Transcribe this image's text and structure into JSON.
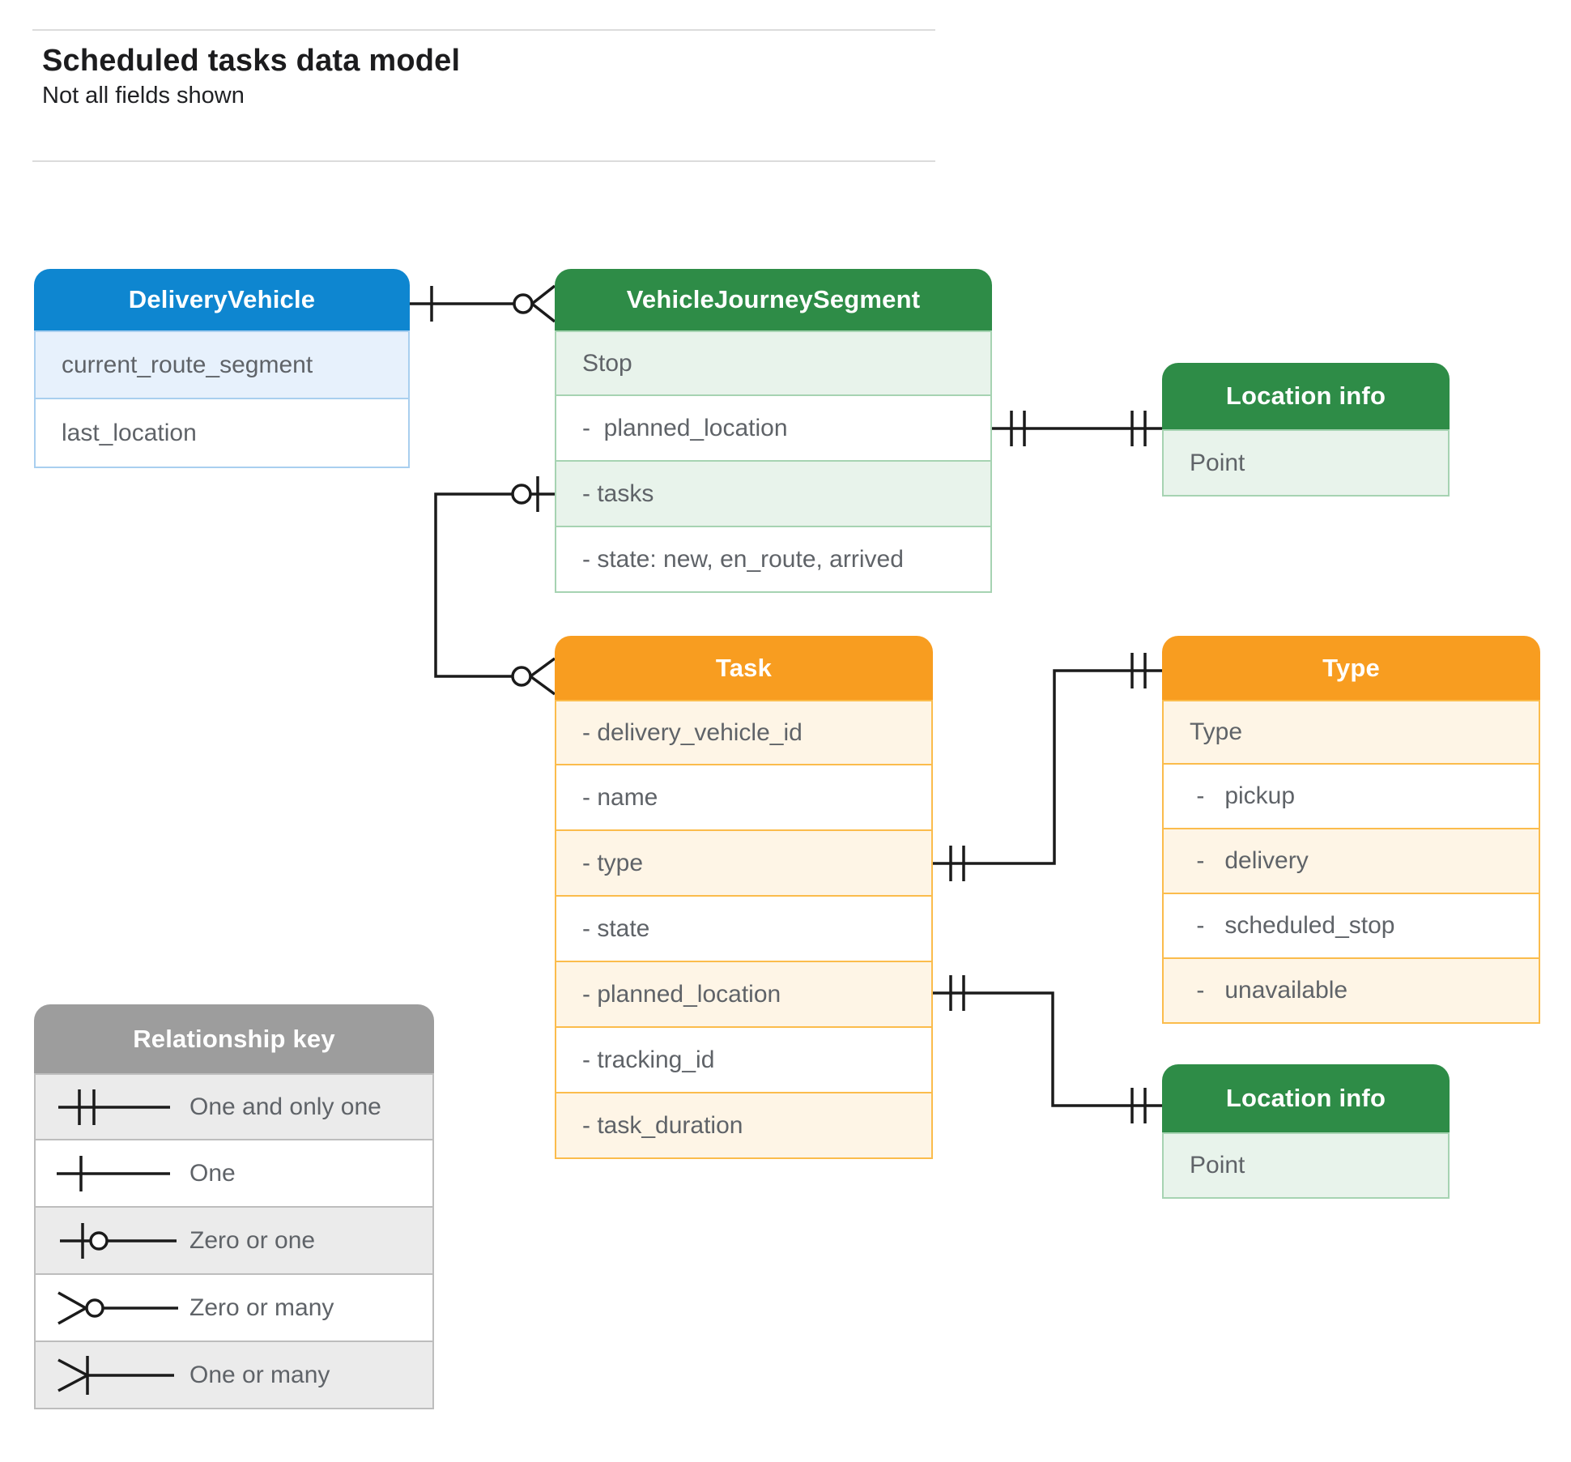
{
  "page": {
    "title": "Scheduled tasks data model",
    "subtitle": "Not all fields shown"
  },
  "entities": {
    "delivery_vehicle": {
      "title": "DeliveryVehicle",
      "accent_color": "#0e86d0",
      "rows": [
        "current_route_segment",
        "last_location"
      ]
    },
    "vehicle_journey_segment": {
      "title": "VehicleJourneySegment",
      "accent_color": "#2e8c47",
      "rows": [
        "Stop",
        "-  planned_location",
        "- tasks",
        "- state: new, en_route, arrived"
      ]
    },
    "location_info_top": {
      "title": "Location info",
      "accent_color": "#2e8c47",
      "rows": [
        "Point"
      ]
    },
    "task": {
      "title": "Task",
      "accent_color": "#f89d20",
      "rows": [
        "- delivery_vehicle_id",
        "- name",
        "- type",
        "- state",
        "- planned_location",
        "- tracking_id",
        "- task_duration"
      ]
    },
    "type": {
      "title": "Type",
      "accent_color": "#f89d20",
      "rows": [
        "Type",
        " -   pickup",
        " -   delivery",
        " -   scheduled_stop",
        " -   unavailable"
      ]
    },
    "location_info_bottom": {
      "title": "Location info",
      "accent_color": "#2e8c47",
      "rows": [
        "Point"
      ]
    }
  },
  "legend": {
    "title": "Relationship key",
    "items": [
      {
        "symbol": "one-and-only-one-icon",
        "label": "One and only one"
      },
      {
        "symbol": "one-icon",
        "label": "One"
      },
      {
        "symbol": "zero-or-one-icon",
        "label": "Zero or one"
      },
      {
        "symbol": "zero-or-many-icon",
        "label": "Zero or many"
      },
      {
        "symbol": "one-or-many-icon",
        "label": "One or many"
      }
    ]
  },
  "relationships": [
    {
      "from": "DeliveryVehicle",
      "to": "VehicleJourneySegment",
      "from_cardinality": "one",
      "to_cardinality": "zero-or-many"
    },
    {
      "from": "VehicleJourneySegment.planned_location",
      "to": "Location info (top)",
      "from_cardinality": "one-and-only-one",
      "to_cardinality": "one-and-only-one"
    },
    {
      "from": "VehicleJourneySegment.tasks",
      "to": "Task",
      "from_cardinality": "zero-or-one",
      "to_cardinality": "zero-or-many"
    },
    {
      "from": "Task.type",
      "to": "Type",
      "from_cardinality": "one-and-only-one",
      "to_cardinality": "one-and-only-one"
    },
    {
      "from": "Task.planned_location",
      "to": "Location info (bottom)",
      "from_cardinality": "one-and-only-one",
      "to_cardinality": "one-and-only-one"
    }
  ]
}
